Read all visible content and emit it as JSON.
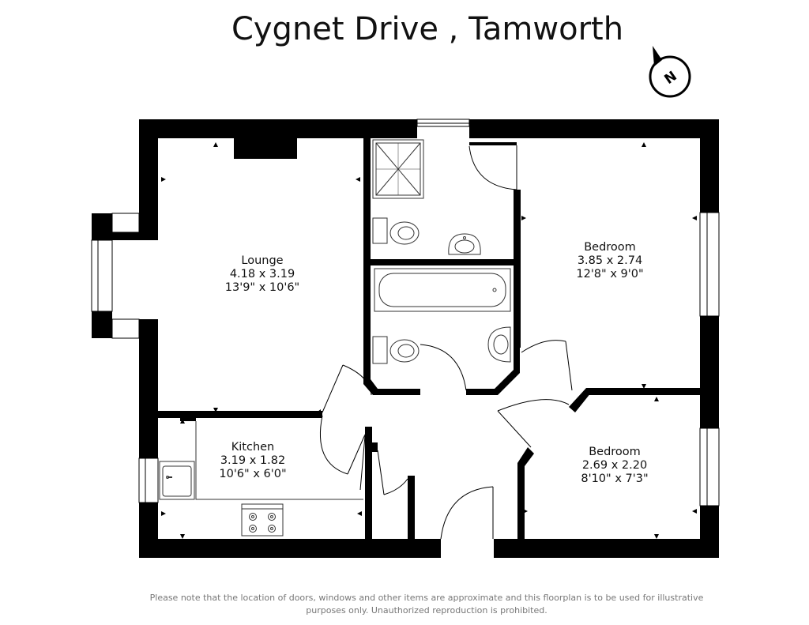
{
  "title": "Cygnet Drive , Tamworth",
  "compass_letter": "N",
  "rooms": {
    "lounge": {
      "name": "Lounge",
      "metric": "4.18 x 3.19",
      "imperial": "13'9\" x 10'6\""
    },
    "bedroom1": {
      "name": "Bedroom",
      "metric": "3.85 x 2.74",
      "imperial": "12'8\" x 9'0\""
    },
    "kitchen": {
      "name": "Kitchen",
      "metric": "3.19 x 1.82",
      "imperial": "10'6\" x 6'0\""
    },
    "bedroom2": {
      "name": "Bedroom",
      "metric": "2.69 x 2.20",
      "imperial": "8'10\" x 7'3\""
    }
  },
  "disclaimer": {
    "line1": "Please note that the location of doors, windows and other items are approximate and this floorplan is to be used for illustrative",
    "line2": "purposes only. Unauthorized reproduction is prohibited."
  },
  "colors": {
    "wall": "#000000",
    "fixture": "#444444",
    "text": "#111111",
    "disclaimer": "#777777"
  }
}
